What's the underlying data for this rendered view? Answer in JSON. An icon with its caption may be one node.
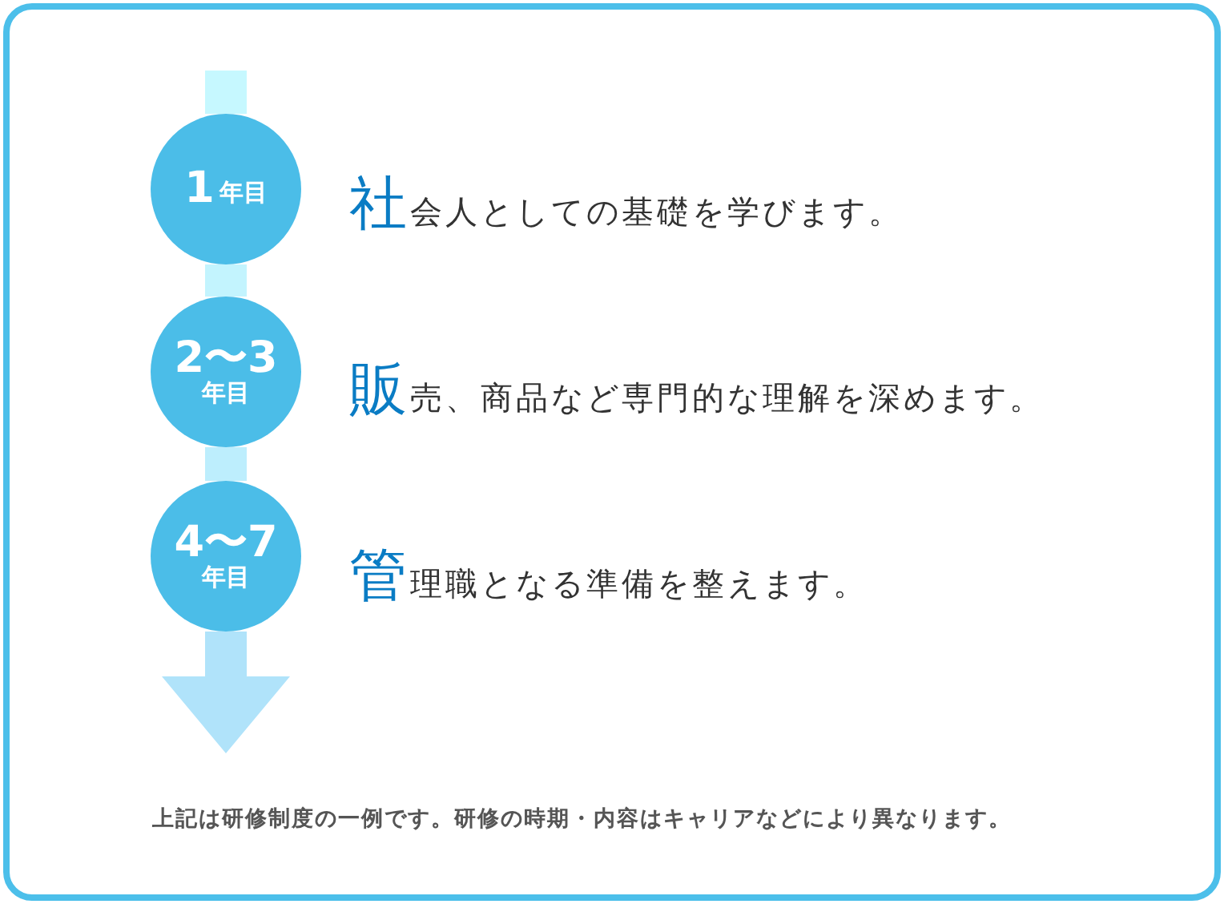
{
  "diagram": {
    "nodes": [
      {
        "text": [
          "1",
          "年目"
        ]
      },
      {
        "text": [
          "2〜3",
          "年目"
        ]
      },
      {
        "text": [
          "4〜7",
          "年目"
        ]
      }
    ],
    "edges": [
      {
        "from": null,
        "to": 0,
        "arrow": "none"
      },
      {
        "from": 0,
        "to": 1,
        "arrow": "none"
      },
      {
        "from": 1,
        "to": 2,
        "arrow": "none"
      },
      {
        "from": 2,
        "to": null,
        "arrow": "to"
      }
    ],
    "labels": [
      "社会人としての基礎を学びます。",
      "販売、商品など専門的な理解を深めます。",
      "管理職となる準備を整えます。",
      "上記は研修制度の一例です。研修の時期・内容はキャリアなどにより異なります。"
    ]
  }
}
